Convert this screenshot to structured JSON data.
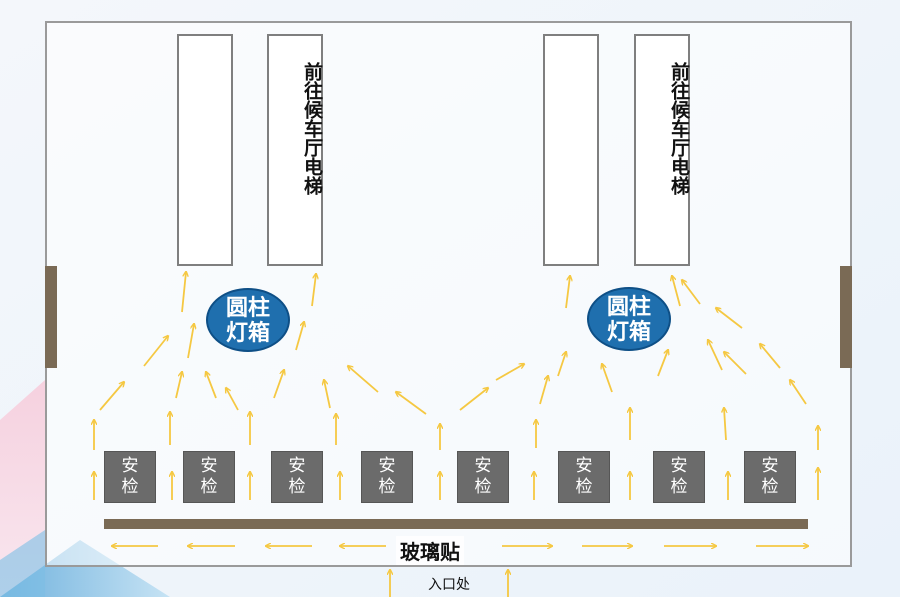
{
  "elevators": [
    {
      "label": ""
    },
    {
      "label": "前往候车厅电梯"
    },
    {
      "label": ""
    },
    {
      "label": "前往候车厅电梯"
    }
  ],
  "lightboxes": [
    {
      "label": "圆柱灯箱"
    },
    {
      "label": "圆柱灯箱"
    }
  ],
  "checkpoints": [
    "安检",
    "安检",
    "安检",
    "安检",
    "安检",
    "安检",
    "安检",
    "安检"
  ],
  "glass_label": "玻璃贴",
  "entrance_label": "入口处",
  "colors": {
    "arrow": "#f5c842",
    "lightbox": "#1f6fae",
    "checkpoint": "#6b6b6b",
    "bar": "#7a6a55"
  }
}
